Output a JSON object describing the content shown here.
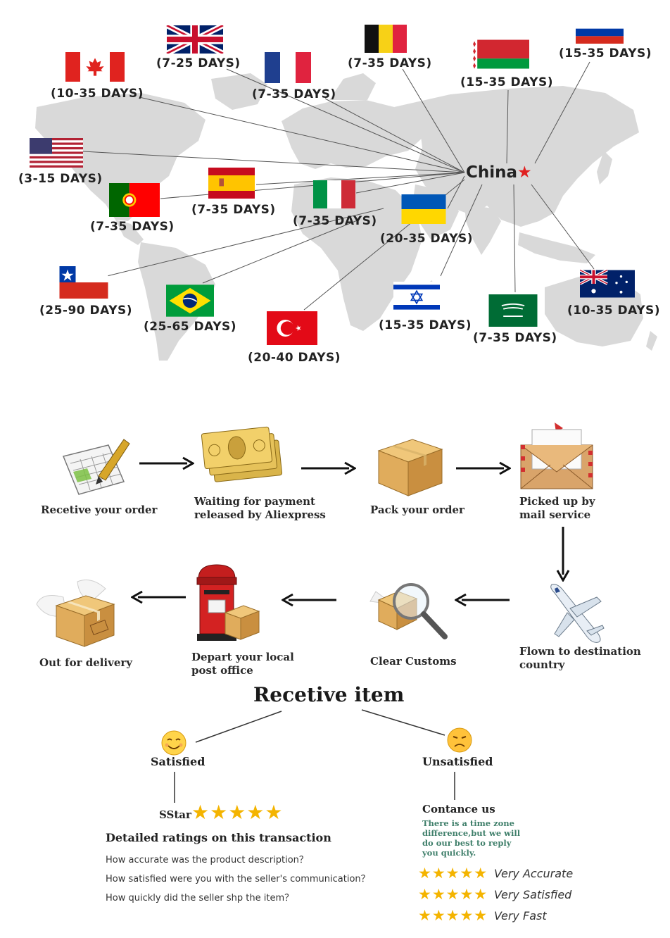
{
  "map": {
    "origin_label": "China",
    "origin_star": "★",
    "destinations": [
      {
        "id": "uk",
        "days": "(7-25 DAYS)"
      },
      {
        "id": "canada",
        "days": "(10-35 DAYS)"
      },
      {
        "id": "france",
        "days": "(7-35 DAYS)"
      },
      {
        "id": "belgium",
        "days": "(7-35 DAYS)"
      },
      {
        "id": "belarus",
        "days": "(15-35 DAYS)"
      },
      {
        "id": "russia",
        "days": "(15-35 DAYS)"
      },
      {
        "id": "usa",
        "days": "(3-15 DAYS)"
      },
      {
        "id": "spain",
        "days": "(7-35 DAYS)"
      },
      {
        "id": "portugal",
        "days": "(7-35 DAYS)"
      },
      {
        "id": "italy",
        "days": "(7-35 DAYS)"
      },
      {
        "id": "ukraine",
        "days": "(20-35 DAYS)"
      },
      {
        "id": "chile",
        "days": "(25-90 DAYS)"
      },
      {
        "id": "brazil",
        "days": "(25-65 DAYS)"
      },
      {
        "id": "turkey",
        "days": "(20-40 DAYS)"
      },
      {
        "id": "israel",
        "days": "(15-35 DAYS)"
      },
      {
        "id": "saudi",
        "days": "(7-35 DAYS)"
      },
      {
        "id": "australia",
        "days": "(10-35 DAYS)"
      }
    ],
    "colors": {
      "map_gray": "#d9d9d9",
      "line": "#555555",
      "star": "#e02020"
    }
  },
  "process": {
    "steps": [
      {
        "id": "receive",
        "label": "Recetive your order",
        "icon": "order-form-icon"
      },
      {
        "id": "payment",
        "label": "Waiting for payment released by Aliexpress",
        "icon": "money-icon"
      },
      {
        "id": "pack",
        "label": "Pack your order",
        "icon": "box-icon"
      },
      {
        "id": "pickup",
        "label": "Picked up by mail service",
        "icon": "envelope-icon"
      },
      {
        "id": "flown",
        "label": "Flown to destination country",
        "icon": "airplane-icon"
      },
      {
        "id": "customs",
        "label": "Clear Customs",
        "icon": "magnifier-box-icon"
      },
      {
        "id": "depart",
        "label": "Depart your local post office",
        "icon": "mailbox-icon"
      },
      {
        "id": "delivery",
        "label": "Out for delivery",
        "icon": "winged-box-icon"
      }
    ]
  },
  "feedback": {
    "title": "Recetive item",
    "satisfied": {
      "label": "Satisfied",
      "star_label": "SStar",
      "stars": "★★★★★"
    },
    "unsatisfied": {
      "label": "Unsatisfied",
      "contact_title": "Contance us",
      "contact_text": "There is a time zone difference,but we will do  our best to reply you quickly."
    },
    "ratings_title": "Detailed ratings on this transaction",
    "questions": [
      "How accurate was the product description？",
      "How satisfied were you with the seller's communication？",
      "How quickly did the seller shp the item？"
    ],
    "ratings": [
      {
        "stars": "★★★★★",
        "label": "Very Accurate"
      },
      {
        "stars": "★★★★★",
        "label": "Very Satisfied"
      },
      {
        "stars": "★★★★★",
        "label": "Very Fast"
      }
    ],
    "colors": {
      "star": "#f4b400",
      "contact_text": "#3f7f6a"
    }
  }
}
